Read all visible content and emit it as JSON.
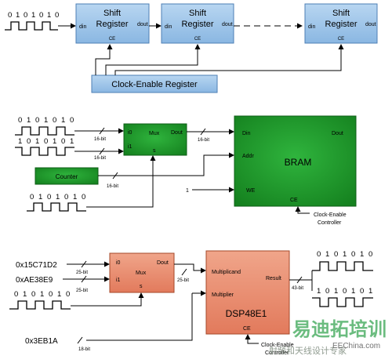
{
  "shift_section": {
    "bits": [
      "0",
      "1",
      "0",
      "1",
      "0",
      "1",
      "0"
    ],
    "registers": [
      {
        "title_line1": "Shift",
        "title_line2": "Register",
        "in_port": "din",
        "out_port": "dout",
        "ce_port": "CE"
      },
      {
        "title_line1": "Shift",
        "title_line2": "Register",
        "in_port": "din",
        "out_port": "dout",
        "ce_port": "CE"
      },
      {
        "title_line1": "Shift",
        "title_line2": "Register",
        "in_port": "din",
        "out_port": "dout",
        "ce_port": "CE"
      }
    ],
    "ce_register_label": "Clock-Enable Register"
  },
  "bram_section": {
    "bits_a": [
      "0",
      "1",
      "0",
      "1",
      "0",
      "1",
      "0"
    ],
    "bits_b": [
      "1",
      "0",
      "1",
      "0",
      "1",
      "0",
      "1"
    ],
    "bits_c": [
      "0",
      "1",
      "0",
      "1",
      "0",
      "1",
      "0"
    ],
    "mux": {
      "in0": "i0",
      "in1": "i1",
      "title": "Mux",
      "sel": "s",
      "out": "Dout"
    },
    "width_16_in0": "16-bit",
    "width_16_in1": "16-bit",
    "width_16_out": "16-bit",
    "width_16_counter": "16-bit",
    "counter_label": "Counter",
    "bram": {
      "din": "Din",
      "dout": "Dout",
      "addr": "Addr",
      "title": "BRAM",
      "we": "WE",
      "ce": "CE"
    },
    "const_one": "1",
    "ce_controller_line1": "Clock-Enable",
    "ce_controller_line2": "Controller"
  },
  "dsp_section": {
    "const_a": "0x15C71D2",
    "const_b": "0xAE38E9",
    "const_c": "0x3EB1A",
    "width_a": "25-bit",
    "width_b": "25-bit",
    "width_mux_out": "25-bit",
    "width_c": "18-bit",
    "width_result": "43-bit",
    "bits_in": [
      "0",
      "1",
      "0",
      "1",
      "0",
      "1",
      "0"
    ],
    "mux": {
      "in0": "i0",
      "in1": "i1",
      "title": "Mux",
      "sel": "s",
      "out": "Dout"
    },
    "dsp": {
      "multiplicand": "Multiplicand",
      "multiplier": "Multiplier",
      "result": "Result",
      "title": "DSP48E1",
      "ce": "CE"
    },
    "out_bits_a": [
      "0",
      "1",
      "0",
      "1",
      "0",
      "1",
      "0"
    ],
    "out_bits_b": [
      "1",
      "0",
      "1",
      "0",
      "1",
      "0",
      "1"
    ],
    "ce_controller_line1": "Clock-Enable",
    "ce_controller_line2": "Controller"
  },
  "watermark": {
    "text": "易迪拓培训",
    "sub": "射频和天线设计专家",
    "site": "EEChina.com"
  },
  "colors": {
    "shift_blue": "#9cc3e8",
    "green": "#1f9a2f",
    "orange": "#e98b6e",
    "wire": "#000000"
  }
}
